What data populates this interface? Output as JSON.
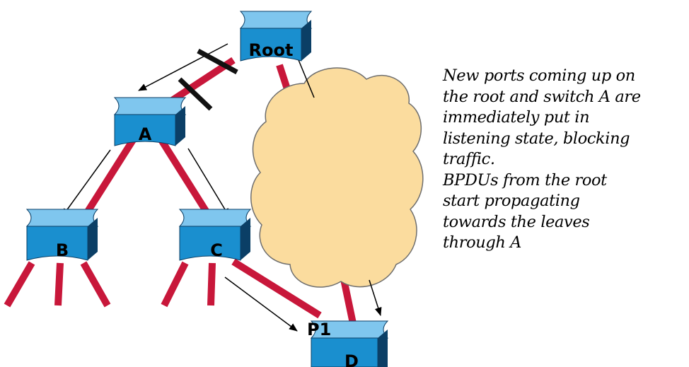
{
  "diagram": {
    "switches": {
      "root": "Root",
      "a": "A",
      "b": "B",
      "c": "C",
      "d": "D"
    },
    "port_label": "P1"
  },
  "caption": {
    "lines": [
      "New ports coming up on",
      "the root and switch A are",
      "immediately put in",
      "listening state, blocking",
      "traffic.",
      "BPDUs from the root",
      "start propagating",
      "towards the leaves",
      "through A"
    ]
  },
  "colors": {
    "link": "#c8173a",
    "switch_face": "#1a8fcf",
    "switch_top": "#7fc6ee",
    "switch_dark": "#0b3f66",
    "cloud_fill": "#fbdc9e",
    "cloud_stroke": "#6e6e6e",
    "block_mark": "#111111"
  }
}
